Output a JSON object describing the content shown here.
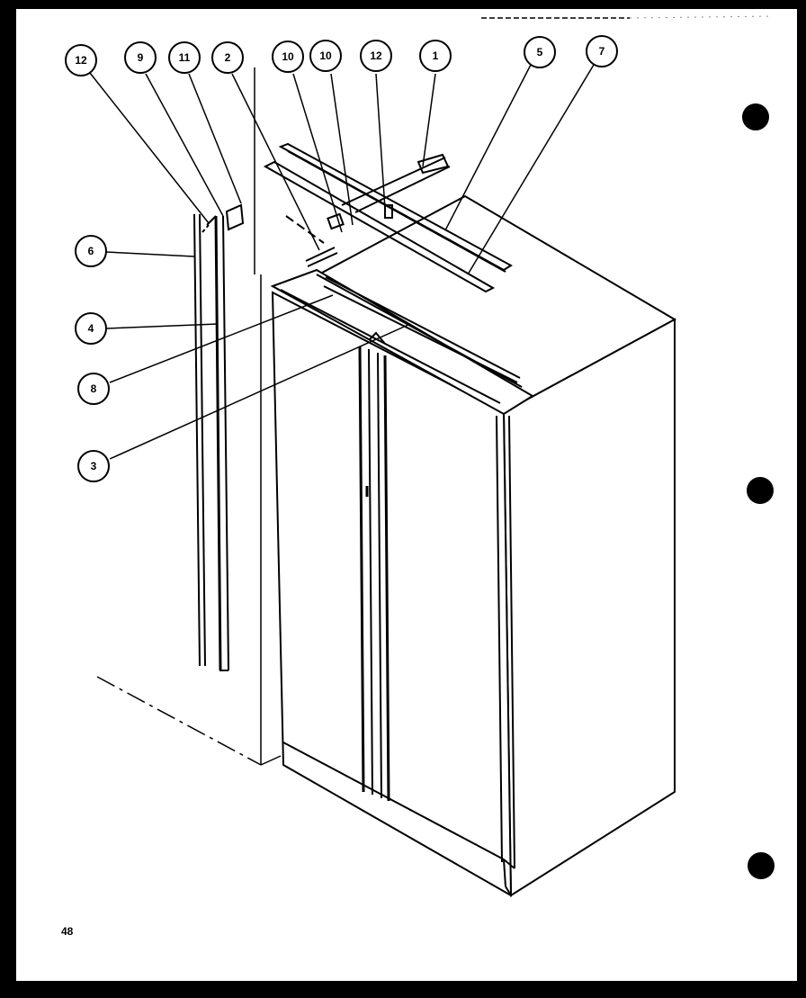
{
  "diagram": {
    "page_number": "48",
    "callouts": [
      {
        "id": "c12a",
        "label": "12",
        "target": "screw-left"
      },
      {
        "id": "c9",
        "label": "9",
        "target": "bracket-left"
      },
      {
        "id": "c11",
        "label": "11",
        "target": "clip-left"
      },
      {
        "id": "c2",
        "label": "2",
        "target": "bracket-center"
      },
      {
        "id": "c10a",
        "label": "10",
        "target": "clip-center-a"
      },
      {
        "id": "c10b",
        "label": "10",
        "target": "clip-center-b"
      },
      {
        "id": "c12b",
        "label": "12",
        "target": "screw-top"
      },
      {
        "id": "c1",
        "label": "1",
        "target": "top-rail-right"
      },
      {
        "id": "c5",
        "label": "5",
        "target": "top-trim"
      },
      {
        "id": "c7",
        "label": "7",
        "target": "top-strip"
      },
      {
        "id": "c6",
        "label": "6",
        "target": "side-strip"
      },
      {
        "id": "c4",
        "label": "4",
        "target": "side-trim"
      },
      {
        "id": "c8",
        "label": "8",
        "target": "front-trim"
      },
      {
        "id": "c3",
        "label": "3",
        "target": "door-gap"
      }
    ]
  }
}
